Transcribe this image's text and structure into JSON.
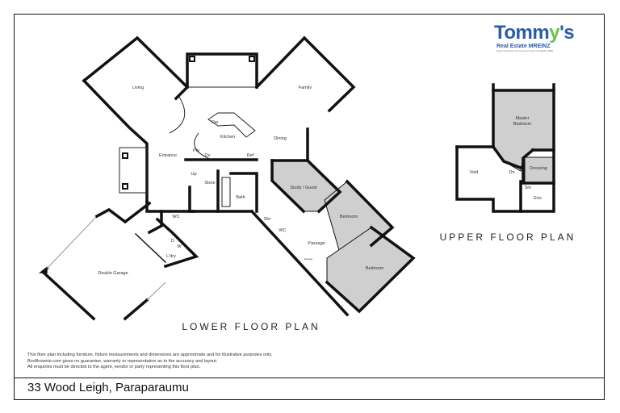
{
  "logo": {
    "brand_prefix": "Tomm",
    "brand_accent": "y",
    "brand_suffix": "'s",
    "tagline": "Real Estate MREINZ",
    "licence": "Equin Properties Ltd Licensed under the REAA 2008",
    "colors": {
      "blue": "#2a5ca8",
      "green": "#6cc04a"
    }
  },
  "lower_floor": {
    "title": "LOWER FLOOR PLAN",
    "rooms": [
      "Living",
      "Family",
      "Kitchen",
      "Dining",
      "Dw",
      "Entrance",
      "Pty",
      "Ov",
      "Ref",
      "Up",
      "Store",
      "Bath",
      "Study / Guest",
      "Bedroom",
      "Bedroom",
      "WC",
      "Shr",
      "WC",
      "Passage",
      "Storage",
      "L'dry",
      "D",
      "W",
      "Double Garage"
    ]
  },
  "upper_floor": {
    "title": "UPPER FLOOR PLAN",
    "rooms": [
      "Master",
      "Bedroom",
      "Void",
      "Dn",
      "Dressing",
      "Shr",
      "Ens"
    ]
  },
  "disclaimer": [
    "This floor plan including furniture, fixture measurements and dimensions are approximate and for illustrative purposes only.",
    "BoxBrownie.com gives no guarantee, warranty or representation as to the accuracy and layout.",
    "All enquiries must be directed to the agent, vendor or party representing this floor plan."
  ],
  "address": "33 Wood Leigh, Paraparaumu",
  "colors": {
    "shaded_room": "#cfcfcf",
    "wall": "#111111"
  }
}
